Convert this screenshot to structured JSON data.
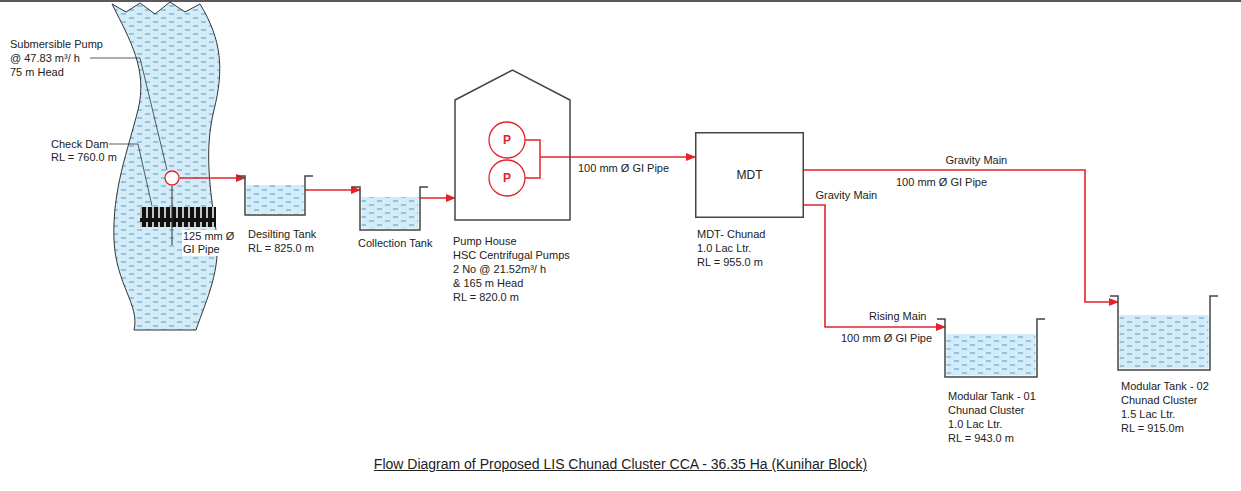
{
  "diagram": {
    "caption": "Flow Diagram of Proposed LIS  Chunad Cluster CCA - 36.35 Ha (Kunihar Block)",
    "nodes": [
      {
        "text": [
          "Submersible Pump",
          "@ 47.83 m³/ h",
          "75 m Head"
        ]
      },
      {
        "text": [
          "Desilting Tank",
          "RL = 825.0 m"
        ]
      },
      {
        "text": [
          "Collection Tank"
        ]
      },
      {
        "text": [
          "Pump House",
          "HSC Centrifugal Pumps",
          "2 No @ 21.52m³/ h",
          "& 165 m Head",
          "RL = 820.0 m"
        ]
      },
      {
        "text": [
          "P"
        ],
        "in": 3
      },
      {
        "text": [
          "P"
        ],
        "in": 3
      },
      {
        "text": [
          "MDT",
          "MDT- Chunad",
          "1.0 Lac Ltr.",
          "RL = 955.0 m"
        ]
      },
      {
        "text": [
          "Modular Tank - 01",
          "Chunad Cluster",
          "1.0 Lac Ltr.",
          "RL = 943.0 m"
        ]
      },
      {
        "text": [
          "Modular Tank - 02",
          "Chunad Cluster",
          "1.5 Lac Ltr.",
          "RL = 915.0m"
        ]
      }
    ],
    "edges": [
      {
        "from": 0,
        "to": 1,
        "arrow": "to",
        "label": "125 mm Ø GI Pipe"
      },
      {
        "from": 1,
        "to": 2,
        "arrow": "to"
      },
      {
        "from": 2,
        "to": 3,
        "arrow": "to"
      },
      {
        "from": 3,
        "to": 6,
        "arrow": "to",
        "label": "Rising Main"
      },
      {
        "from": 6,
        "to": 8,
        "arrow": "to",
        "label": "Gravity Main"
      },
      {
        "from": 6,
        "to": 7,
        "arrow": "to",
        "label": "Gravity Main"
      }
    ],
    "labels": [
      "Check Dam",
      "RL = 760.0 m",
      "100 mm Ø GI Pipe",
      "100 mm Ø GI Pipe",
      "100 mm Ø GI Pipe"
    ]
  }
}
